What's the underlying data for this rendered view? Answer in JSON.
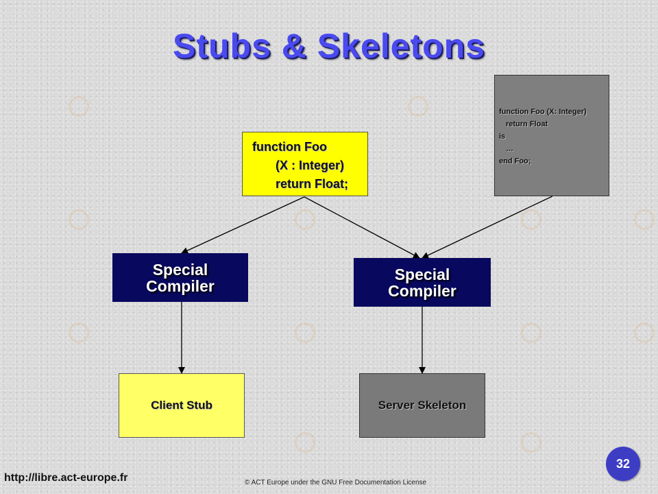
{
  "slide": {
    "title": "Stubs & Skeletons",
    "spec_box": {
      "line1": "function Foo",
      "line2": "(X : Integer)",
      "line3": "return Float;"
    },
    "body_box": {
      "line1": "function Foo (X: Integer)",
      "line2": "return Float",
      "line3": "is",
      "line4": "…",
      "line5": "end Foo;"
    },
    "compiler_left": {
      "line1": "Special",
      "line2": "Compiler"
    },
    "compiler_right": {
      "line1": "Special",
      "line2": "Compiler"
    },
    "client_stub": "Client Stub",
    "server_skeleton": "Server Skeleton",
    "footer_url": "http://libre.act-europe.fr",
    "footer_copyright": "© ACT Europe under the GNU Free Documentation License",
    "page_number": "32"
  },
  "colors": {
    "title": "#4a4af0",
    "spec_box": "#ffff00",
    "compiler": "#08085e",
    "client_stub": "#ffff66",
    "server_skeleton": "#7a7a7a",
    "page_badge": "#3d3dc4"
  }
}
